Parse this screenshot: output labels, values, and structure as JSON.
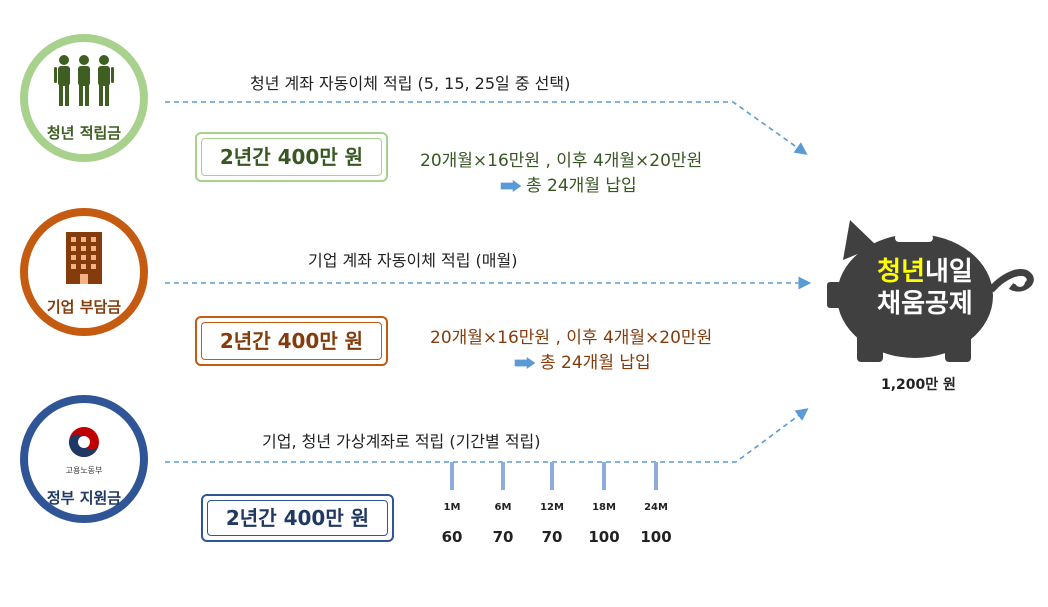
{
  "youth": {
    "label": "청년 적립금",
    "route": "청년 계좌 자동이체 적립 (5, 15, 25일 중 선택)",
    "amount": "2년간 400만 원",
    "detail_line1": "20개월×16만원 , 이후 4개월×20만원",
    "detail_line2": "총 24개월 납입",
    "color": "#a9d18e",
    "icon": "people-icon"
  },
  "company": {
    "label": "기업 부담금",
    "route": "기업 계좌 자동이체 적립 (매월)",
    "amount": "2년간 400만 원",
    "detail_line1": "20개월×16만원 , 이후 4개월×20만원",
    "detail_line2": "총 24개월 납입",
    "color": "#c55a11",
    "icon": "building-icon"
  },
  "government": {
    "label": "정부 지원금",
    "ministry": "고용노동부",
    "route": "기업, 청년 가상계좌로 적립 (기간별 적립)",
    "amount": "2년간 400만 원",
    "color": "#2f5597",
    "icon": "government-emblem-icon",
    "schedule": [
      {
        "period": "1M",
        "value": "60"
      },
      {
        "period": "6M",
        "value": "70"
      },
      {
        "period": "12M",
        "value": "70"
      },
      {
        "period": "18M",
        "value": "100"
      },
      {
        "period": "24M",
        "value": "100"
      }
    ]
  },
  "piggy": {
    "title_highlight": "청년",
    "title_rest": "내일",
    "title_line2": "채움공제",
    "total": "1,200만 원",
    "icon": "piggy-bank-icon"
  }
}
